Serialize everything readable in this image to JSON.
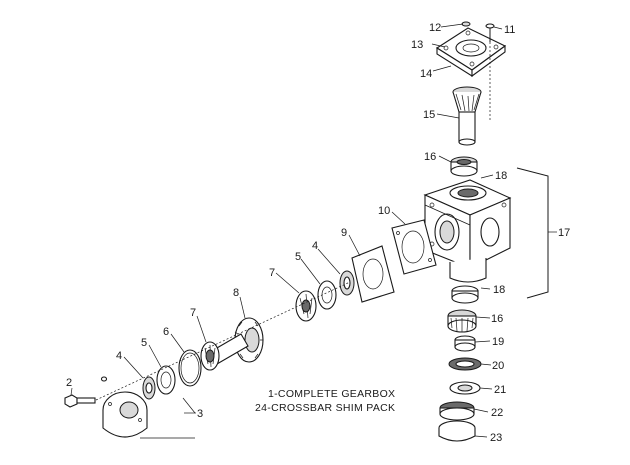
{
  "callouts": {
    "c2": "2",
    "c3": "3",
    "c4a": "4",
    "c4b": "4",
    "c5a": "5",
    "c5b": "5",
    "c6": "6",
    "c7a": "7",
    "c7b": "7",
    "c8": "8",
    "c9": "9",
    "c10": "10",
    "c11": "11",
    "c12": "12",
    "c13": "13",
    "c14": "14",
    "c15": "15",
    "c16a": "16",
    "c16b": "16",
    "c17": "17",
    "c18a": "18",
    "c18b": "18",
    "c19": "19",
    "c20": "20",
    "c21": "21",
    "c22": "22",
    "c23": "23"
  },
  "notes": {
    "line1": "1-COMPLETE GEARBOX",
    "line2": "24-CROSSBAR SHIM PACK"
  }
}
